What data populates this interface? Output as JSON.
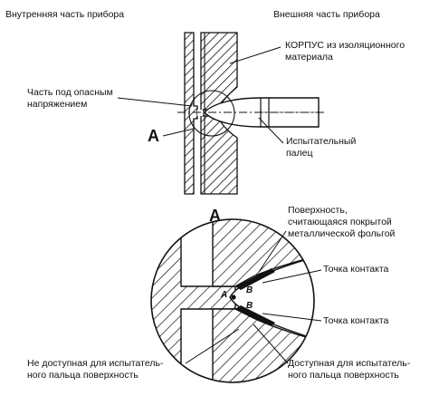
{
  "headers": {
    "inner": "Внутренняя часть прибора",
    "outer": "Внешняя часть прибора"
  },
  "labels": {
    "housing_1": "КОРПУС из изоляционного",
    "housing_2": "материала",
    "live_part_1": "Часть под опасным",
    "live_part_2": "напряжением",
    "detail_a_mark": "A",
    "test_finger_1": "Испытательный",
    "test_finger_2": "палец",
    "detail_title": "A",
    "surface_1": "Поверхность,",
    "surface_2": "считающаяся покрытой",
    "surface_3": "металлической фольгой",
    "contact_top": "Точка контакта",
    "contact_bottom": "Точка контакта",
    "point_a": "A",
    "point_b_top": "B",
    "point_b_bottom": "B",
    "not_accessible_1": "Не доступная для испытатель-",
    "not_accessible_2": "ного пальца поверхность",
    "accessible_1": "Доступная для испытатель-",
    "accessible_2": "ного пальца поверхность"
  }
}
